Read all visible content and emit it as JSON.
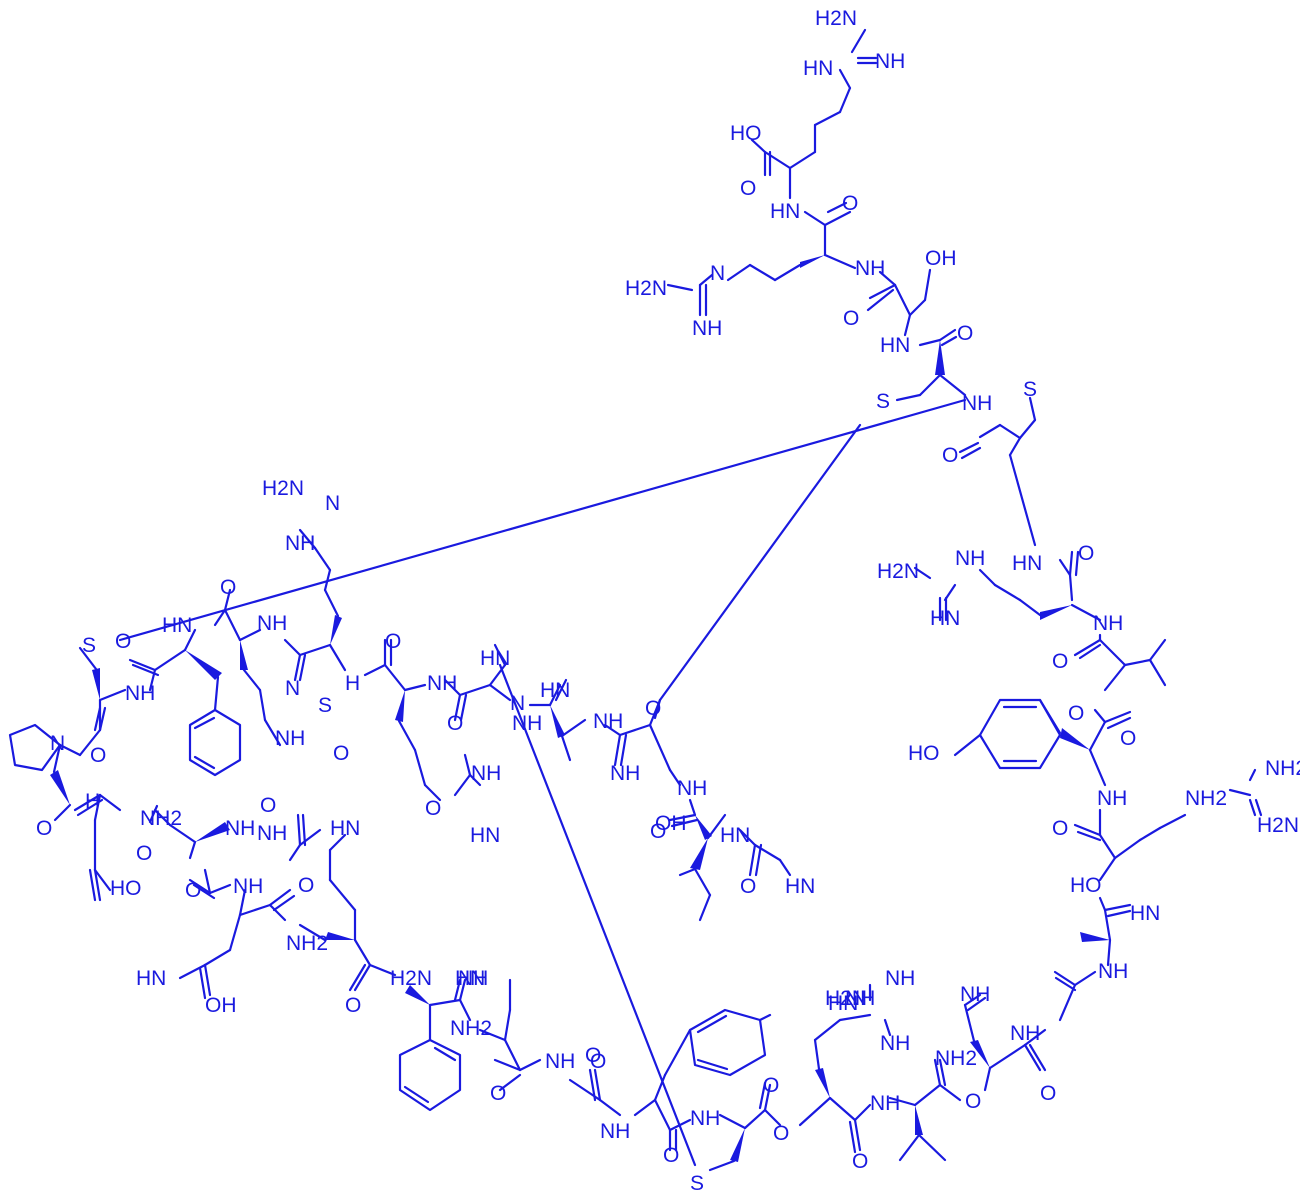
{
  "image": {
    "content": "peptide structure"
  },
  "colors": {
    "ink": "#1a1adf",
    "background": "#ffffff"
  },
  "labels": [
    {
      "id": "l1",
      "t": "H2N"
    },
    {
      "id": "l2",
      "t": "HN"
    },
    {
      "id": "l3",
      "t": "NH"
    },
    {
      "id": "l4",
      "t": "HO"
    },
    {
      "id": "l5",
      "t": "O"
    },
    {
      "id": "l6",
      "t": "HN"
    },
    {
      "id": "l7",
      "t": "O"
    },
    {
      "id": "l8",
      "t": "H2N"
    },
    {
      "id": "l9",
      "t": "N"
    },
    {
      "id": "l10",
      "t": "NH"
    },
    {
      "id": "l11",
      "t": "NH"
    },
    {
      "id": "l12",
      "t": "OH"
    },
    {
      "id": "l13",
      "t": "O"
    },
    {
      "id": "l14",
      "t": "HN"
    },
    {
      "id": "l15",
      "t": "O"
    },
    {
      "id": "l16",
      "t": "S"
    },
    {
      "id": "l17",
      "t": "NH"
    },
    {
      "id": "l18",
      "t": "S"
    },
    {
      "id": "l19",
      "t": "O"
    },
    {
      "id": "l20",
      "t": "H2N"
    },
    {
      "id": "l21",
      "t": "NH"
    },
    {
      "id": "l22",
      "t": "HN"
    },
    {
      "id": "l23",
      "t": "HN"
    },
    {
      "id": "l24",
      "t": "O"
    },
    {
      "id": "l25",
      "t": "H2N"
    },
    {
      "id": "l26",
      "t": "N"
    },
    {
      "id": "l27",
      "t": "NH"
    },
    {
      "id": "l28",
      "t": "NH"
    },
    {
      "id": "l29",
      "t": "O"
    },
    {
      "id": "l30",
      "t": "S"
    },
    {
      "id": "l31",
      "t": "O"
    },
    {
      "id": "l32",
      "t": "HN"
    },
    {
      "id": "l33",
      "t": "O"
    },
    {
      "id": "l34",
      "t": "NH"
    },
    {
      "id": "l35",
      "t": "HN"
    },
    {
      "id": "l36",
      "t": "O"
    },
    {
      "id": "l37",
      "t": "NH"
    },
    {
      "id": "l38",
      "t": "O"
    },
    {
      "id": "l39",
      "t": "N"
    },
    {
      "id": "l40",
      "t": "H"
    },
    {
      "id": "l41",
      "t": "NH"
    },
    {
      "id": "l42",
      "t": "HN"
    },
    {
      "id": "l43",
      "t": "N"
    },
    {
      "id": "l44",
      "t": "NH"
    },
    {
      "id": "l45",
      "t": "S"
    },
    {
      "id": "l46",
      "t": "O"
    },
    {
      "id": "l47",
      "t": "NH"
    },
    {
      "id": "l48",
      "t": "HO"
    },
    {
      "id": "l49",
      "t": "O"
    },
    {
      "id": "l50",
      "t": "N"
    },
    {
      "id": "l51",
      "t": "O"
    },
    {
      "id": "l52",
      "t": "O"
    },
    {
      "id": "l53",
      "t": "NH"
    },
    {
      "id": "l54",
      "t": "O"
    },
    {
      "id": "l55",
      "t": "NH2"
    },
    {
      "id": "l56",
      "t": "NH2"
    },
    {
      "id": "l57",
      "t": "NH"
    },
    {
      "id": "l58",
      "t": "H2N"
    },
    {
      "id": "l59",
      "t": "NH"
    },
    {
      "id": "l60",
      "t": "NH"
    },
    {
      "id": "l61",
      "t": "H"
    },
    {
      "id": "l62",
      "t": "O"
    },
    {
      "id": "l63",
      "t": "NH"
    },
    {
      "id": "l64",
      "t": "HN"
    },
    {
      "id": "l65",
      "t": "O"
    },
    {
      "id": "l66",
      "t": "OH"
    },
    {
      "id": "l67",
      "t": "HN"
    },
    {
      "id": "l68",
      "t": "O"
    },
    {
      "id": "l69",
      "t": "NH2"
    },
    {
      "id": "l70",
      "t": "NH"
    },
    {
      "id": "l71",
      "t": "O"
    },
    {
      "id": "l72",
      "t": "HN"
    },
    {
      "id": "l73",
      "t": "NH"
    },
    {
      "id": "l74",
      "t": "HO"
    },
    {
      "id": "l75",
      "t": "O"
    },
    {
      "id": "l76",
      "t": "HO"
    },
    {
      "id": "l77",
      "t": "O"
    },
    {
      "id": "l78",
      "t": "NH"
    },
    {
      "id": "l79",
      "t": "O"
    },
    {
      "id": "l80",
      "t": "HN"
    },
    {
      "id": "l81",
      "t": "O"
    },
    {
      "id": "l82",
      "t": "HN"
    },
    {
      "id": "l83",
      "t": "O"
    },
    {
      "id": "l84",
      "t": "NH2"
    },
    {
      "id": "l85",
      "t": "NH"
    },
    {
      "id": "l86",
      "t": "HN"
    },
    {
      "id": "l87",
      "t": "OH"
    },
    {
      "id": "l88",
      "t": "H2N"
    },
    {
      "id": "l89",
      "t": "HN"
    },
    {
      "id": "l90",
      "t": "NH"
    },
    {
      "id": "l91",
      "t": "NH2"
    },
    {
      "id": "l92",
      "t": "O"
    },
    {
      "id": "l93",
      "t": "NH"
    },
    {
      "id": "l94",
      "t": "O"
    },
    {
      "id": "l95",
      "t": "NH"
    },
    {
      "id": "l96",
      "t": "O"
    },
    {
      "id": "l97",
      "t": "O"
    },
    {
      "id": "l98",
      "t": "NH"
    },
    {
      "id": "l99",
      "t": "S"
    },
    {
      "id": "l100",
      "t": "O"
    },
    {
      "id": "l101",
      "t": "O"
    },
    {
      "id": "l102",
      "t": "NH"
    },
    {
      "id": "l103",
      "t": "NH"
    },
    {
      "id": "l104",
      "t": "O"
    },
    {
      "id": "l105",
      "t": "O"
    },
    {
      "id": "l106",
      "t": "NH"
    },
    {
      "id": "l107",
      "t": "NH2"
    },
    {
      "id": "l108",
      "t": "NH"
    },
    {
      "id": "l109",
      "t": "O"
    },
    {
      "id": "l110",
      "t": "H2N"
    },
    {
      "id": "l111",
      "t": "NH"
    },
    {
      "id": "l112",
      "t": "HN"
    },
    {
      "id": "l113",
      "t": "NH"
    },
    {
      "id": "l114",
      "t": "O"
    }
  ]
}
